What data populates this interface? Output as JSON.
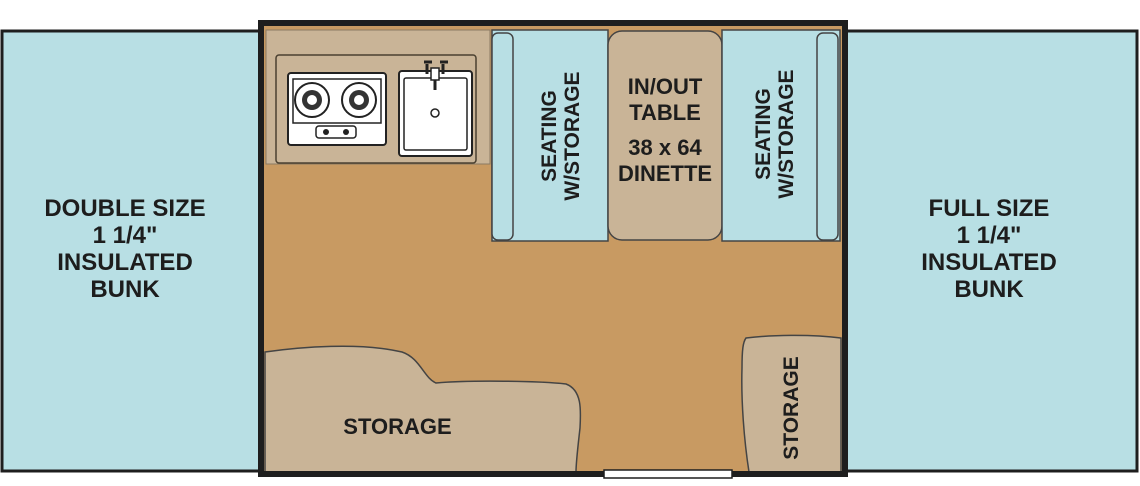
{
  "left_bunk": {
    "lines": [
      "DOUBLE SIZE",
      "1 1/4\"",
      "INSULATED",
      "BUNK"
    ]
  },
  "right_bunk": {
    "lines": [
      "FULL SIZE",
      "1 1/4\"",
      "INSULATED",
      "BUNK"
    ]
  },
  "seating_left": {
    "lines": [
      "SEATING",
      "W/STORAGE"
    ]
  },
  "seating_right": {
    "lines": [
      "SEATING",
      "W/STORAGE"
    ]
  },
  "table": {
    "lines": [
      "IN/OUT",
      "TABLE",
      "38 x 64",
      "DINETTE"
    ]
  },
  "storage_left": {
    "label": "STORAGE"
  },
  "storage_right": {
    "label": "STORAGE"
  },
  "colors": {
    "bunk": "#b8dfe4",
    "floor": "#c89a62",
    "cabinet": "#c9b497",
    "wall": "#1e1e1e",
    "appliance": "#ffffff"
  },
  "icons": [
    "stove-icon",
    "sink-icon"
  ]
}
